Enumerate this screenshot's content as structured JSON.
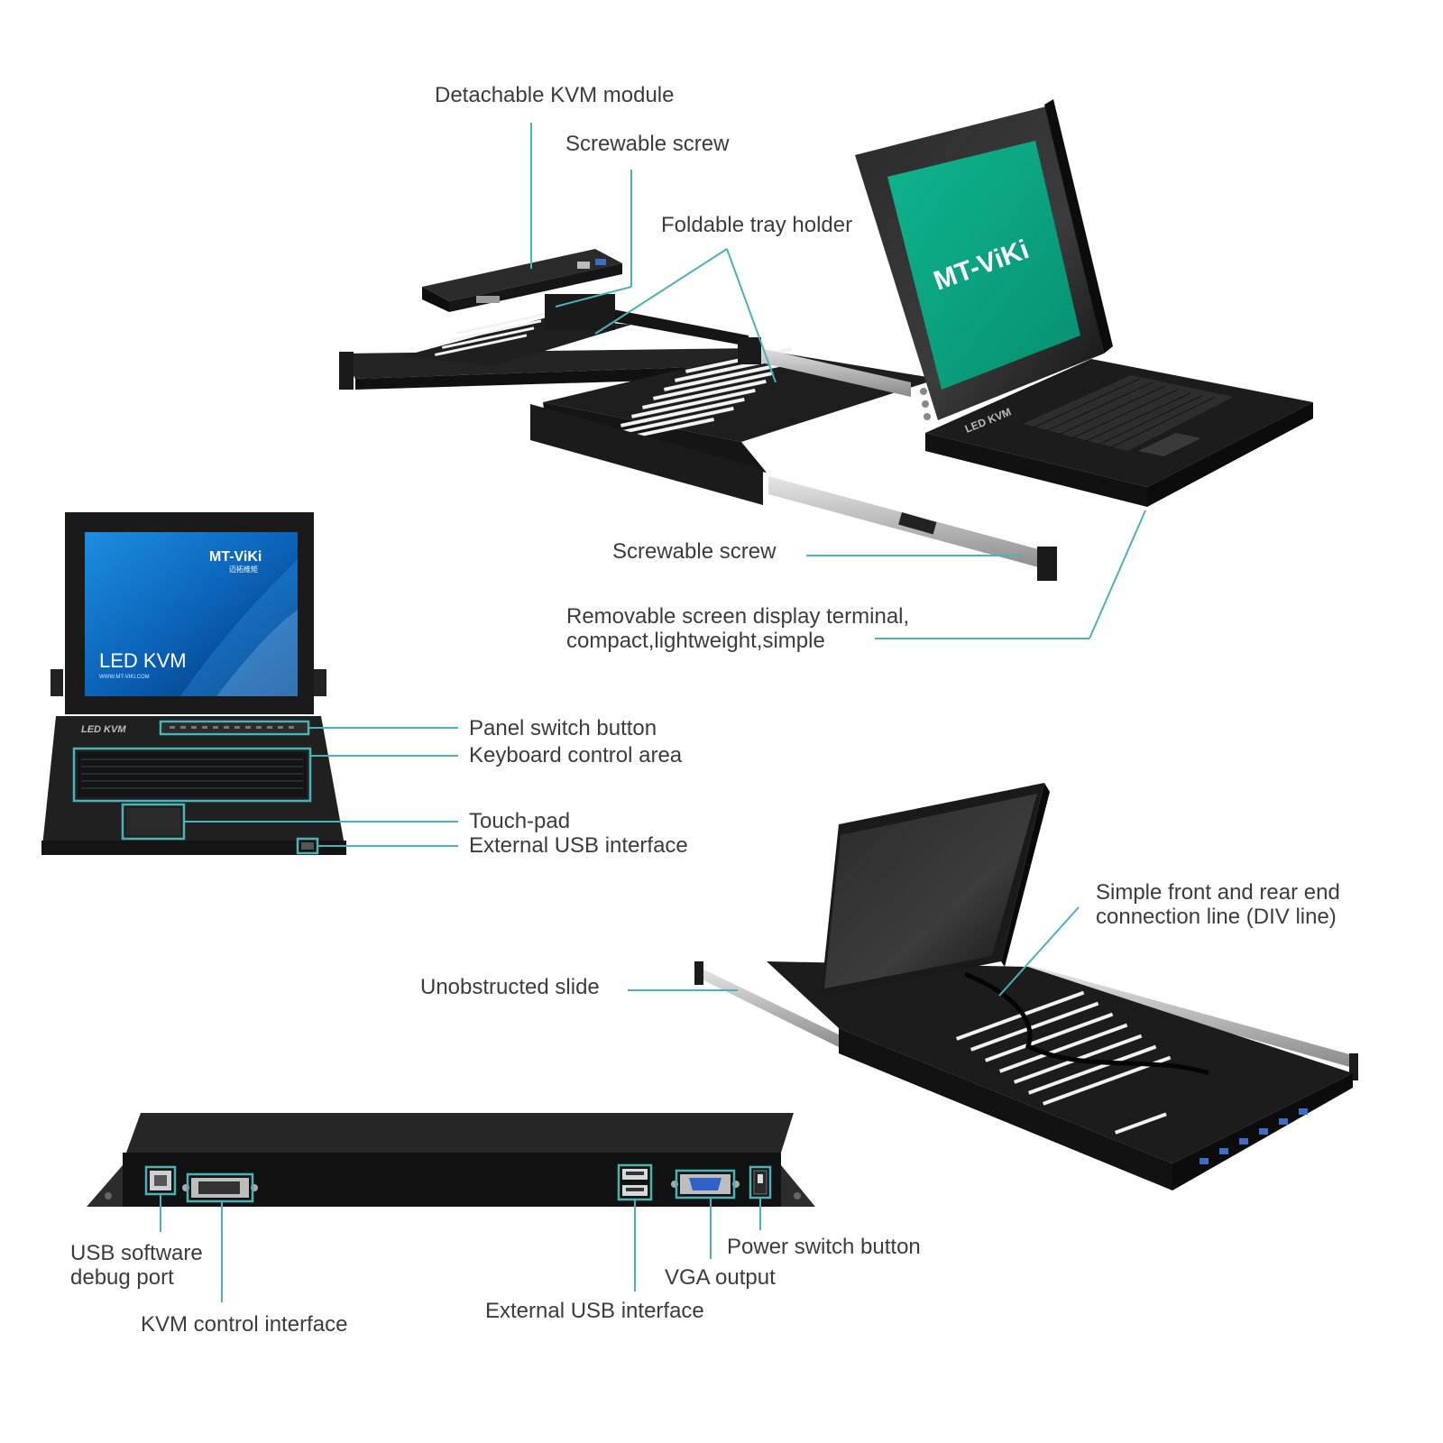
{
  "colors": {
    "leader": "#49b3b8",
    "screen_green": "#0aa585",
    "screen_blue": "#0a5fb4",
    "body_dark": "#1b1b1b",
    "text": "#3c3c3c"
  },
  "brand": {
    "logo_text": "MT-ViKi",
    "logo_sub": "迈拓维矩",
    "product_text": "LED KVM",
    "url_text": "WWW.MT-VIKI.COM"
  },
  "labels": {
    "detachable_module": "Detachable KVM module",
    "screwable_top": "Screwable screw",
    "foldable_tray": "Foldable tray holder",
    "screwable_bottom": "Screwable screw",
    "removable_line1": "Removable screen display terminal,",
    "removable_line2": "compact,lightweight,simple",
    "panel_switch": "Panel switch button",
    "keyboard_area": "Keyboard control area",
    "touch_pad": "Touch-pad",
    "external_usb_front": "External USB interface",
    "simple_line1": "Simple front and rear end",
    "simple_line2": "connection line (DIV line)",
    "unobstructed": "Unobstructed slide",
    "usb_debug_line1": "USB software",
    "usb_debug_line2": "debug port",
    "kvm_control": "KVM control interface",
    "external_usb_rear": "External USB interface",
    "vga_output": "VGA output",
    "power_switch": "Power switch button"
  },
  "icons": [
    "usb-b-port-icon",
    "dvi-port-icon",
    "usb-a-port-icon",
    "vga-port-icon",
    "power-switch-icon"
  ]
}
